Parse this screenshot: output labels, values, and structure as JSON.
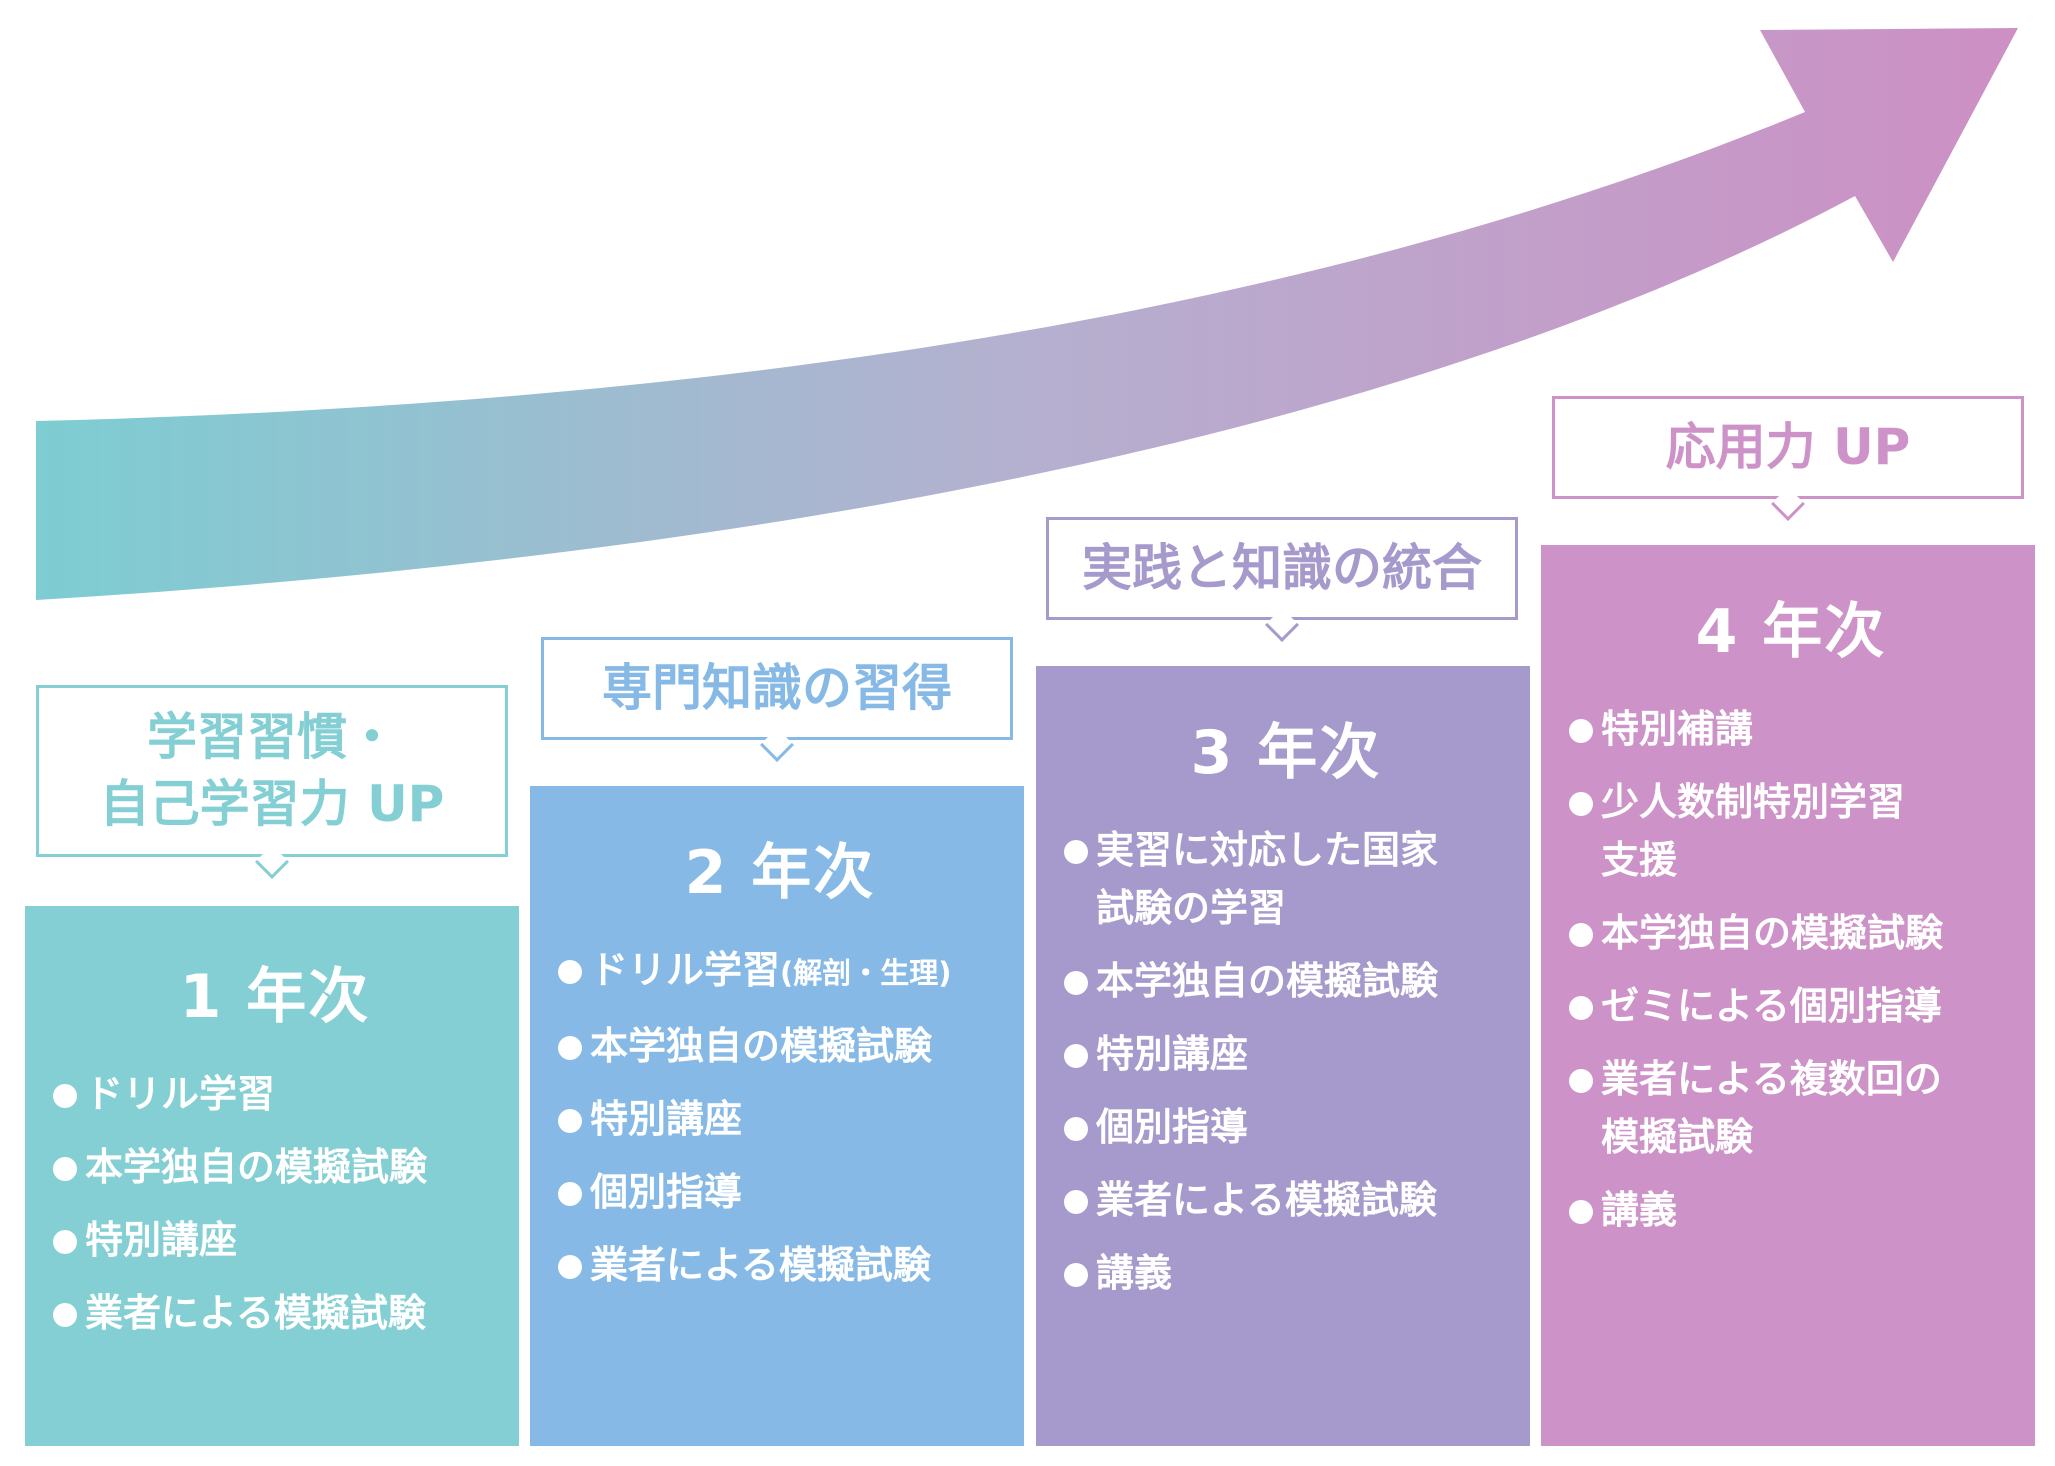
{
  "colors": {
    "teal": "#84cfd3",
    "blue": "#86b9e6",
    "lavender": "#a699cc",
    "pink": "#cd92c7",
    "arrow_start": "#7dcdd2",
    "arrow_end": "#cd8fc4"
  },
  "arrow_icon": "growth-arrow-icon",
  "stages": [
    {
      "goal_lines": [
        "学習習慣・",
        "自己学習力 UP"
      ],
      "year_label": "1 年次",
      "items": [
        {
          "text": "ドリル学習",
          "note": ""
        },
        {
          "text": "本学独自の模擬試験",
          "note": ""
        },
        {
          "text": "特別講座",
          "note": ""
        },
        {
          "text": "業者による模擬試験",
          "note": ""
        }
      ]
    },
    {
      "goal_lines": [
        "専門知識の習得"
      ],
      "year_label": "2 年次",
      "items": [
        {
          "text": "ドリル学習",
          "note": "(解剖・生理)"
        },
        {
          "text": "本学独自の模擬試験",
          "note": ""
        },
        {
          "text": "特別講座",
          "note": ""
        },
        {
          "text": "個別指導",
          "note": ""
        },
        {
          "text": "業者による模擬試験",
          "note": ""
        }
      ]
    },
    {
      "goal_lines": [
        "実践と知識の統合"
      ],
      "year_label": "3 年次",
      "items": [
        {
          "text": "実習に対応した国家\n試験の学習",
          "note": ""
        },
        {
          "text": "本学独自の模擬試験",
          "note": ""
        },
        {
          "text": "特別講座",
          "note": ""
        },
        {
          "text": "個別指導",
          "note": ""
        },
        {
          "text": "業者による模擬試験",
          "note": ""
        },
        {
          "text": "講義",
          "note": ""
        }
      ]
    },
    {
      "goal_lines": [
        "応用力 UP"
      ],
      "year_label": "4 年次",
      "items": [
        {
          "text": "特別補講",
          "note": ""
        },
        {
          "text": "少人数制特別学習\n支援",
          "note": ""
        },
        {
          "text": "本学独自の模擬試験",
          "note": ""
        },
        {
          "text": "ゼミによる個別指導",
          "note": ""
        },
        {
          "text": "業者による複数回の\n模擬試験",
          "note": ""
        },
        {
          "text": "講義",
          "note": ""
        }
      ]
    }
  ]
}
